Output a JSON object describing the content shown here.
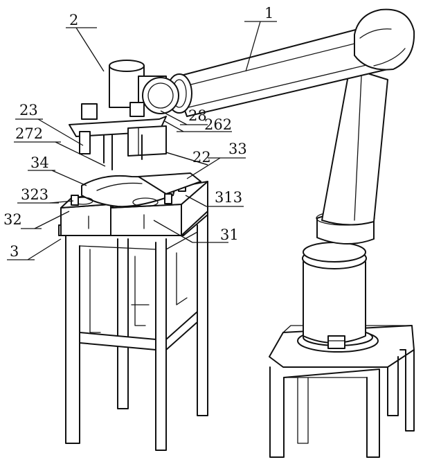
{
  "figure": {
    "background": "#ffffff",
    "line_color": "#111111",
    "labels": {
      "robot_arm": "1",
      "end_effector": "2",
      "end_effector_plate": "23",
      "gripper_rod": "272",
      "workpiece": "34",
      "locator_pin": "323",
      "left_fixture": "32",
      "workbench": "3",
      "motor": "28",
      "cylinder": "262",
      "clamp_jaw": "22",
      "fixture_cover": "33",
      "fixture_block": "313",
      "right_fixture": "31"
    }
  }
}
